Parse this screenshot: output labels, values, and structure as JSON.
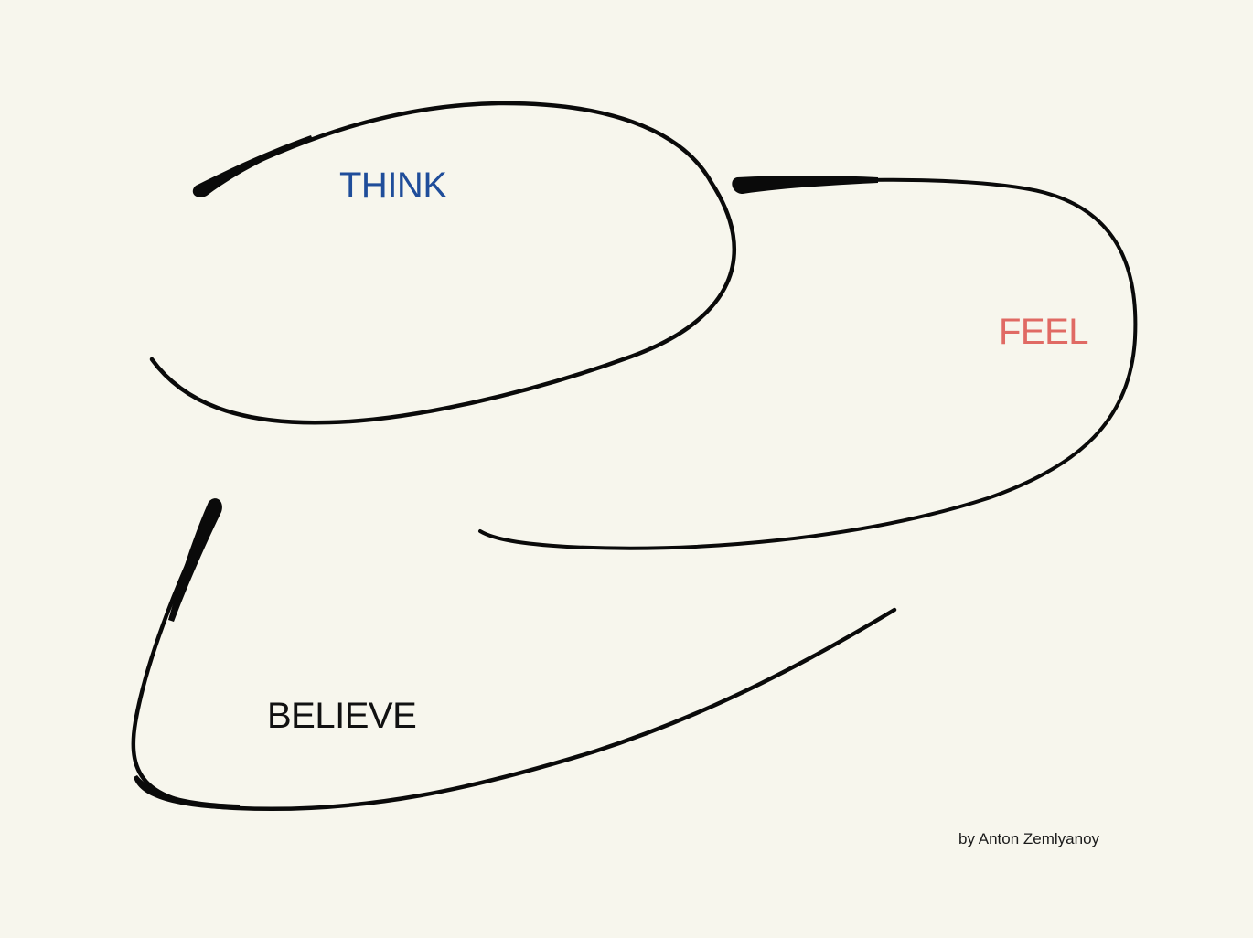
{
  "words": {
    "think": {
      "text": "THINK",
      "color": "#1f4d9a"
    },
    "feel": {
      "text": "FEEL",
      "color": "#e06a64"
    },
    "believe": {
      "text": "BELIEVE",
      "color": "#111111"
    }
  },
  "credit": "by Anton Zemlyanoy",
  "colors": {
    "background": "#f7f6ed",
    "stroke": "#0a0a0a"
  }
}
